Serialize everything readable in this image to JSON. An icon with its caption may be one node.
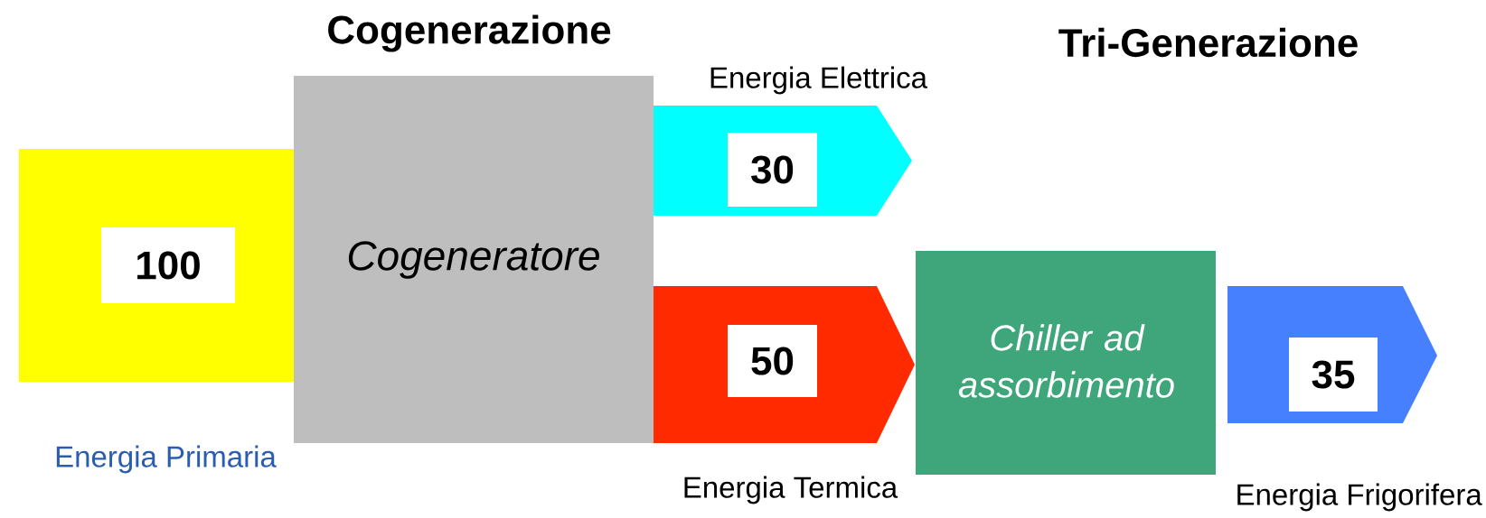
{
  "diagram": {
    "nodes": [
      {
        "text": [
          "100"
        ]
      },
      {
        "text": [
          "Cogeneratore"
        ]
      },
      {
        "text": [
          "30"
        ],
        "beside": [
          "Energia Elettrica"
        ]
      },
      {
        "text": [
          "50"
        ],
        "beside": [
          "Energia Termica"
        ]
      },
      {
        "text": [
          "Chiller ad assorbimento"
        ]
      },
      {
        "text": [
          "35"
        ]
      }
    ],
    "labels": [
      "Cogenerazione",
      "Tri-Generazione",
      "Energia Primaria",
      "Energia Frigorifera"
    ]
  }
}
